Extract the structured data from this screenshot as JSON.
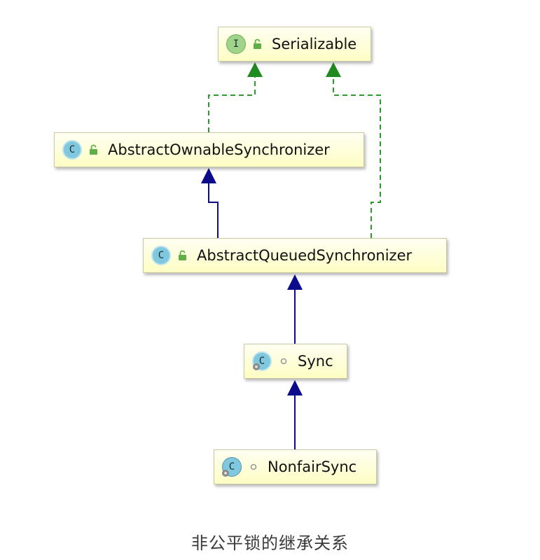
{
  "nodes": {
    "serializable": {
      "label": "Serializable",
      "kind_letter": "I"
    },
    "aos": {
      "label": "AbstractOwnableSynchronizer",
      "kind_letter": "C"
    },
    "aqs": {
      "label": "AbstractQueuedSynchronizer",
      "kind_letter": "C"
    },
    "sync": {
      "label": "Sync",
      "kind_letter": "C"
    },
    "nonfair": {
      "label": "NonfairSync",
      "kind_letter": "C"
    }
  },
  "caption": "非公平锁的继承关系",
  "colors": {
    "extends_edge": "#0b0b8c",
    "implements_edge": "#2c9a2c",
    "node_fill": "#fdfdc4",
    "interface_badge": "#9fd48a",
    "class_badge": "#7fc8dd"
  }
}
